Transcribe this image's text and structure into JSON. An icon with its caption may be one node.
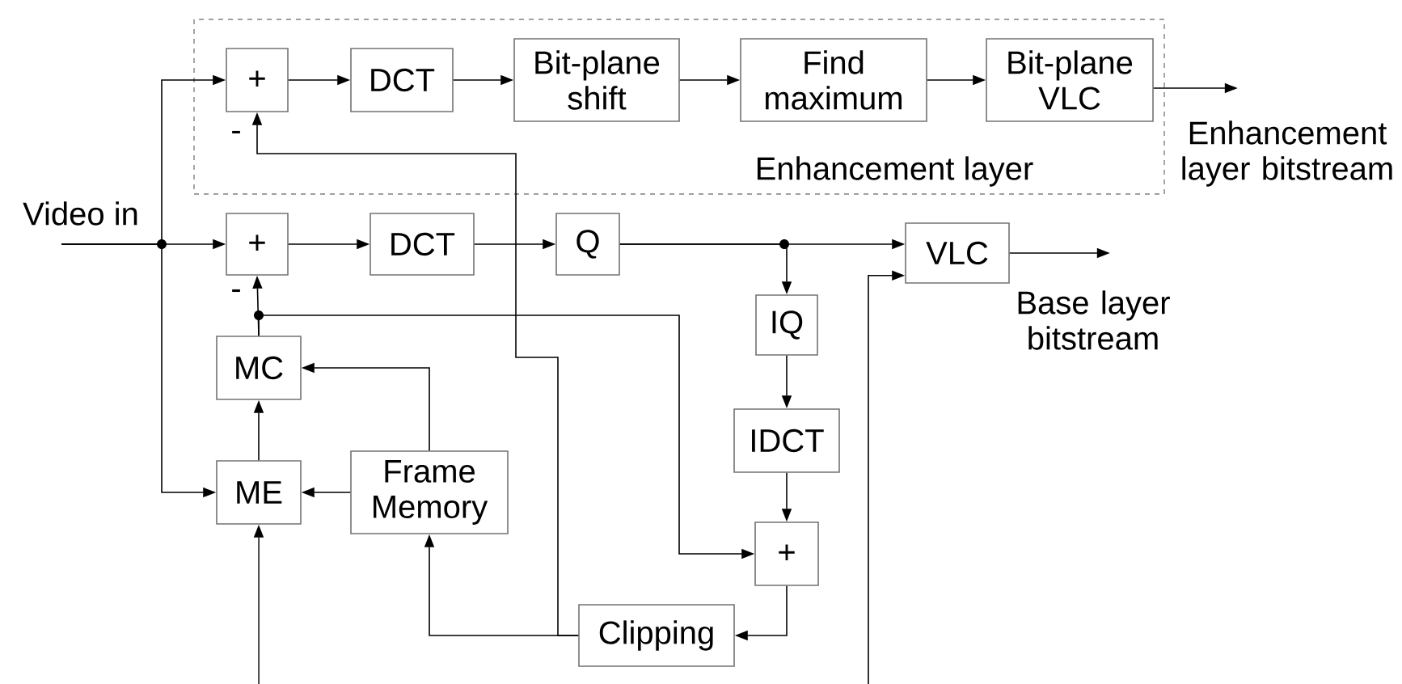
{
  "diagram": {
    "nodes": [
      {
        "text": [
          "Enhancement layer"
        ]
      },
      {
        "text": [
          "+"
        ],
        "in": 0
      },
      {
        "text": [
          "DCT"
        ],
        "in": 0
      },
      {
        "text": [
          "Bit-plane shift"
        ],
        "in": 0
      },
      {
        "text": [
          "Find maximum"
        ],
        "in": 0
      },
      {
        "text": [
          "Bit-plane VLC"
        ],
        "in": 0
      },
      {
        "text": [
          "+"
        ]
      },
      {
        "text": [
          "DCT"
        ]
      },
      {
        "text": [
          "Q"
        ]
      },
      {
        "text": [
          "VLC"
        ]
      },
      {
        "text": [
          "IQ"
        ]
      },
      {
        "text": [
          "IDCT"
        ]
      },
      {
        "text": [
          "+"
        ]
      },
      {
        "text": [
          "Clipping"
        ]
      },
      {
        "text": [
          "Frame Memory"
        ]
      },
      {
        "text": [
          "ME"
        ]
      },
      {
        "text": [
          "MC"
        ]
      }
    ],
    "edges": [
      {
        "from": null,
        "to": 6,
        "arrow": "to"
      },
      {
        "from": null,
        "to": 1,
        "arrow": "to"
      },
      {
        "from": null,
        "to": 15,
        "arrow": "to"
      },
      {
        "from": 1,
        "to": 2,
        "arrow": "to"
      },
      {
        "from": 2,
        "to": 3,
        "arrow": "to"
      },
      {
        "from": 3,
        "to": 4,
        "arrow": "to"
      },
      {
        "from": 4,
        "to": 5,
        "arrow": "to"
      },
      {
        "from": 5,
        "to": null,
        "arrow": "to"
      },
      {
        "from": 6,
        "to": 7,
        "arrow": "to"
      },
      {
        "from": 7,
        "to": 8,
        "arrow": "to"
      },
      {
        "from": 8,
        "to": 9,
        "arrow": "to"
      },
      {
        "from": 8,
        "to": 10,
        "arrow": "to"
      },
      {
        "from": 9,
        "to": null,
        "arrow": "to"
      },
      {
        "from": null,
        "to": 9,
        "arrow": "to"
      },
      {
        "from": null,
        "to": 15,
        "arrow": "to"
      },
      {
        "from": 10,
        "to": 11,
        "arrow": "to"
      },
      {
        "from": 11,
        "to": 12,
        "arrow": "to"
      },
      {
        "from": 12,
        "to": 13,
        "arrow": "to"
      },
      {
        "from": 13,
        "to": 14,
        "arrow": "to"
      },
      {
        "from": 13,
        "to": 1,
        "arrow": "to"
      },
      {
        "from": 14,
        "to": 16,
        "arrow": "to"
      },
      {
        "from": 14,
        "to": 15,
        "arrow": "to"
      },
      {
        "from": 15,
        "to": 16,
        "arrow": "to"
      },
      {
        "from": 16,
        "to": 6,
        "arrow": "to"
      },
      {
        "from": 16,
        "to": 12,
        "arrow": "to"
      }
    ],
    "labels": [
      "Video in",
      "-",
      "Enhancement layer bitstream",
      "-",
      "Base layer bitstream"
    ]
  }
}
